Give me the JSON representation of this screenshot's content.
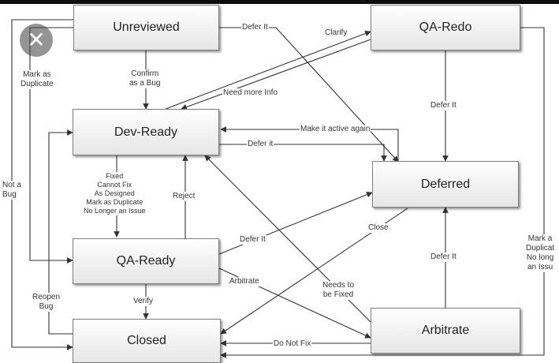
{
  "states": {
    "unreviewed": "Unreviewed",
    "qa_redo": "QA-Redo",
    "dev_ready": "Dev-Ready",
    "deferred": "Deferred",
    "qa_ready": "QA-Ready",
    "closed": "Closed",
    "arbitrate": "Arbitrate"
  },
  "transitions": {
    "defer_it_top": "Defer It",
    "clarify": "Clarify",
    "mark_duplicate": "Mark as\nDuplicate",
    "confirm_bug": "Confirm\nas a Bug",
    "need_more_info": "Need more Info",
    "defer_it_qaredo": "Defer It",
    "make_active": "Make it active again",
    "defer_it_dev": "Defer it",
    "not_a_bug": "Not a\nBug",
    "fixed_list": "Fixed\nCannot Fix\nAs Designed\nMark as Duplicate\nNo Longer an Issue",
    "reject": "Reject",
    "close": "Close",
    "defer_it_qaready": "Defer It",
    "defer_it_arbitrate": "Defer It",
    "arbitrate": "Arbitrate",
    "needs_fixed": "Needs to\nbe Fixed",
    "reopen_bug": "Reopen\nBug",
    "verify": "Verify",
    "do_not_fix": "Do Not Fix",
    "mark_dup_right": "Mark a\nDuplicat\nNo long\nan Issu"
  },
  "icons": {
    "close": "close-icon"
  }
}
